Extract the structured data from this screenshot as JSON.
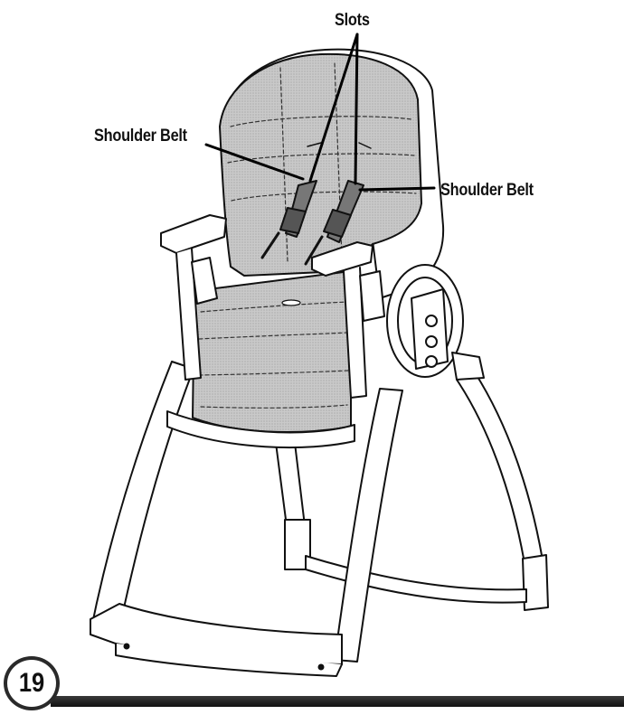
{
  "diagram": {
    "labels": {
      "slots": "Slots",
      "shoulder_belt_left": "Shoulder Belt",
      "shoulder_belt_right": "Shoulder Belt"
    },
    "step_number": "19"
  }
}
